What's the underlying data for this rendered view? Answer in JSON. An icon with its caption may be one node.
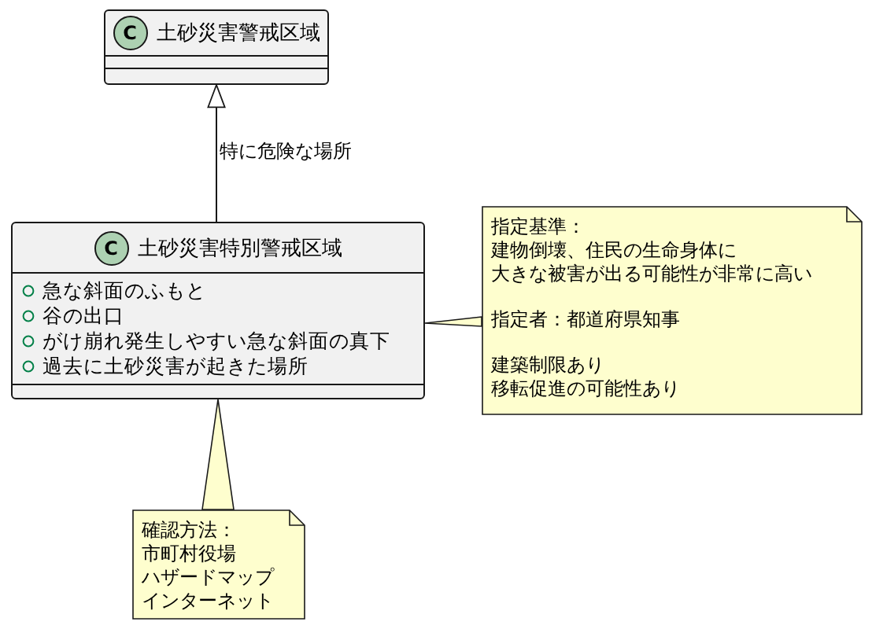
{
  "diagram": {
    "nodes": [
      {
        "text": [
          "C",
          "土砂災害警戒区域"
        ]
      },
      {
        "text": [
          "C",
          "土砂災害特別警戒区域",
          "急な斜面のふもと",
          "谷の出口",
          "がけ崩れ発生しやすい急な斜面の真下",
          "過去に土砂災害が起きた場所"
        ]
      },
      {
        "text": [
          "指定基準：",
          "建物倒壊、住民の生命身体に",
          "大きな被害が出る可能性が非常に高い",
          "指定者：都道府県知事",
          "建築制限あり",
          "移転促進の可能性あり"
        ]
      },
      {
        "text": [
          "確認方法：",
          "市町村役場",
          "ハザードマップ",
          "インターネット"
        ]
      }
    ],
    "edges": [
      {
        "from": 1,
        "to": 0,
        "arrow": "to",
        "label": "特に危険な場所"
      },
      {
        "from": 2,
        "to": 1,
        "arrow": "none"
      },
      {
        "from": 3,
        "to": 1,
        "arrow": "none"
      }
    ]
  }
}
